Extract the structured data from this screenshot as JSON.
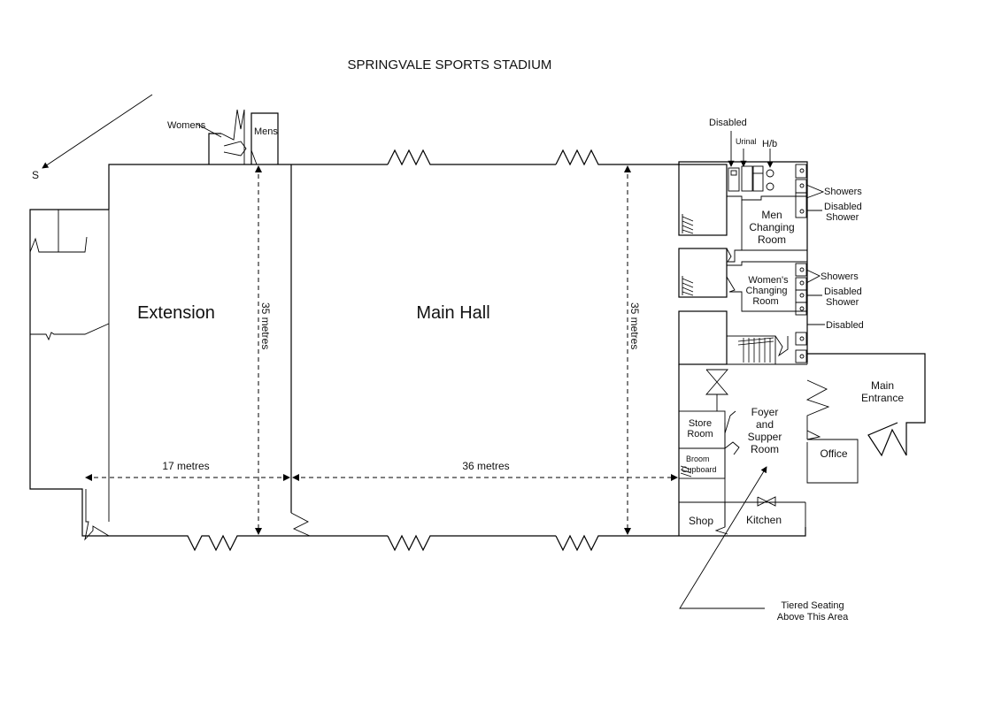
{
  "title": "SPRINGVALE SPORTS STADIUM",
  "compass": {
    "label": "S"
  },
  "rooms": {
    "extension": "Extension",
    "main_hall": "Main Hall",
    "womens_wc": "Womens",
    "mens_wc": "Mens",
    "men_changing": [
      "Men",
      "Changing",
      "Room"
    ],
    "womens_changing": [
      "Women's",
      "Changing",
      "Room"
    ],
    "foyer": [
      "Foyer",
      "and",
      "Supper",
      "Room"
    ],
    "store_room": [
      "Store",
      "Room"
    ],
    "broom_cupboard": [
      "Broom",
      "Cupboard"
    ],
    "office": "Office",
    "shop": "Shop",
    "kitchen": "Kitchen",
    "main_entrance": [
      "Main",
      "Entrance"
    ]
  },
  "labels": {
    "disabled_top": "Disabled",
    "urinal": "Urinal",
    "hb": "H/b",
    "showers_1": "Showers",
    "disabled_shower_1": [
      "Disabled",
      "Shower"
    ],
    "showers_2": "Showers",
    "disabled_shower_2": [
      "Disabled",
      "Shower"
    ],
    "disabled_2": "Disabled",
    "tiered_seating": [
      "Tiered Seating",
      "Above This Area"
    ]
  },
  "dimensions": {
    "extension_width": "17 metres",
    "hall_width": "36 metres",
    "extension_depth": "35 metres",
    "hall_depth": "35 metres"
  }
}
